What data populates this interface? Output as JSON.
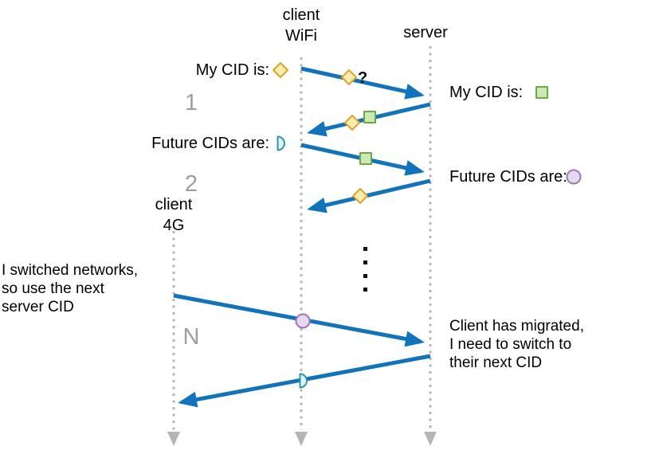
{
  "lifelines": {
    "client_wifi": "client\nWiFi",
    "server": "server",
    "client_4g": "client\n4G"
  },
  "labels": {
    "my_cid_client": "My CID is:",
    "future_cids_client": "Future CIDs are:",
    "my_cid_server": "My CID is:",
    "future_cids_server": "Future CIDs are:",
    "question_mark": "?"
  },
  "steps": {
    "one": "1",
    "two": "2",
    "n": "N"
  },
  "notes": {
    "client": "I switched networks,\nso use the next\nserver CID",
    "server": "Client has migrated,\nI need to switch to\ntheir next CID"
  },
  "icons": {
    "client_cid": "yellow-diamond",
    "server_cid": "green-square",
    "future_client_cid": "cyan-half-circle",
    "future_server_cid": "purple-circle"
  },
  "colors": {
    "arrow": "#1273bd",
    "lifeline": "#b5b5b5",
    "step_number": "#9e9e9e",
    "client_cid_fill": "#f8ecb0",
    "client_cid_stroke": "#dca42c",
    "server_cid_fill": "#cde9b6",
    "server_cid_stroke": "#6aaa46",
    "future_client_cid_fill": "#dff3f6",
    "future_client_cid_stroke": "#2b97a9",
    "future_server_cid_fill": "#e6d9ee",
    "future_server_cid_stroke": "#9d76b4",
    "ellipsis": "#111111",
    "text": "#000000"
  }
}
